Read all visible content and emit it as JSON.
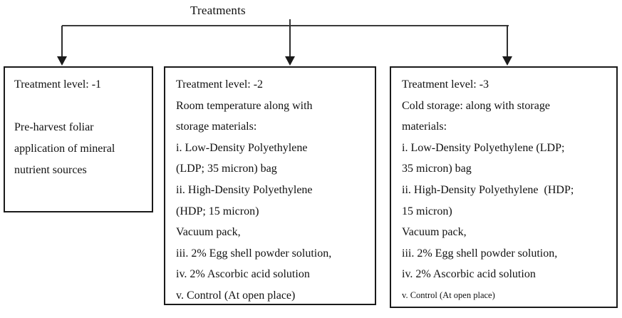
{
  "title": "Treatments",
  "colors": {
    "connector_line": "#3a3a3a",
    "box_border": "#1a1a1a",
    "text": "#111111",
    "background": "#ffffff"
  },
  "boxes": [
    {
      "id": "treatment-level-1",
      "lines": [
        "Treatment level: -1",
        "",
        "Pre-harvest foliar",
        "application of mineral",
        "nutrient sources"
      ]
    },
    {
      "id": "treatment-level-2",
      "lines": [
        "Treatment level: -2",
        "Room temperature along with",
        "storage materials:",
        "i. Low-Density Polyethylene",
        "(LDP; 35 micron) bag",
        "ii. High-Density Polyethylene",
        "(HDP; 15 micron)",
        "Vacuum pack,",
        "iii. 2% Egg shell powder solution,",
        "iv. 2% Ascorbic acid solution",
        "v. Control (At open place)"
      ]
    },
    {
      "id": "treatment-level-3",
      "lines": [
        "Treatment level: -3",
        "Cold storage: along with storage",
        "materials:",
        "i. Low-Density Polyethylene (LDP;",
        "35 micron) bag",
        "ii. High-Density Polyethylene  (HDP;",
        "15 micron)",
        "Vacuum pack,",
        "iii. 2% Egg shell powder solution,",
        "iv. 2% Ascorbic acid solution",
        "v. Control (At open place)"
      ]
    }
  ]
}
